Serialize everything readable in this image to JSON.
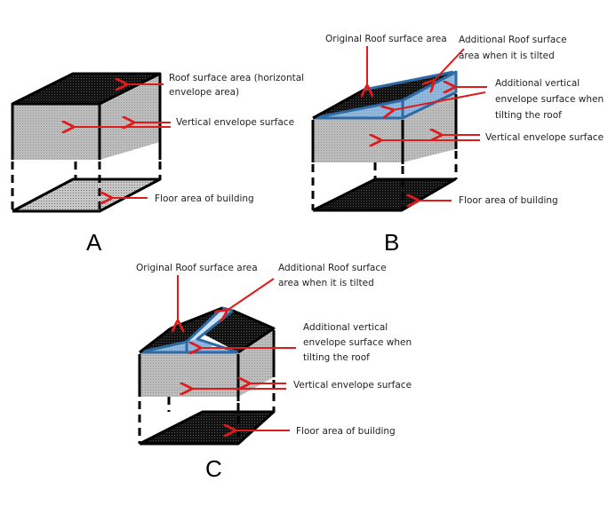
{
  "figure": {
    "panels": [
      {
        "id": "A",
        "letter": "A",
        "labels": {
          "roof_line1": "Roof surface area (horizontal",
          "roof_line2": "envelope area)",
          "vertical": "Vertical envelope surface",
          "floor": "Floor area of building"
        }
      },
      {
        "id": "B",
        "letter": "B",
        "labels": {
          "original_roof": "Original Roof surface area",
          "additional_roof_line1": "Additional Roof surface",
          "additional_roof_line2": "area when it is tilted",
          "additional_vertical_line1": "Additional vertical",
          "additional_vertical_line2": "envelope surface when",
          "additional_vertical_line3": "tilting the roof",
          "vertical": "Vertical envelope surface",
          "floor": "Floor area of building"
        }
      },
      {
        "id": "C",
        "letter": "C",
        "labels": {
          "original_roof": "Original Roof surface area",
          "additional_roof_line1": "Additional Roof surface",
          "additional_roof_line2": "area when it is tilted",
          "additional_vertical_line1": "Additional vertical",
          "additional_vertical_line2": "envelope surface when",
          "additional_vertical_line3": "tilting the roof",
          "vertical": "Vertical envelope surface",
          "floor": "Floor area of building"
        }
      }
    ],
    "colors": {
      "arrow": "#e01b1b",
      "roof_dark": "#1a1a1a",
      "wall_gray": "#b4b4b4",
      "tilt_blue": "#8fb8dc",
      "tilt_blue_light": "#cfe2f3",
      "tilt_edge": "#2e6aa3"
    }
  }
}
